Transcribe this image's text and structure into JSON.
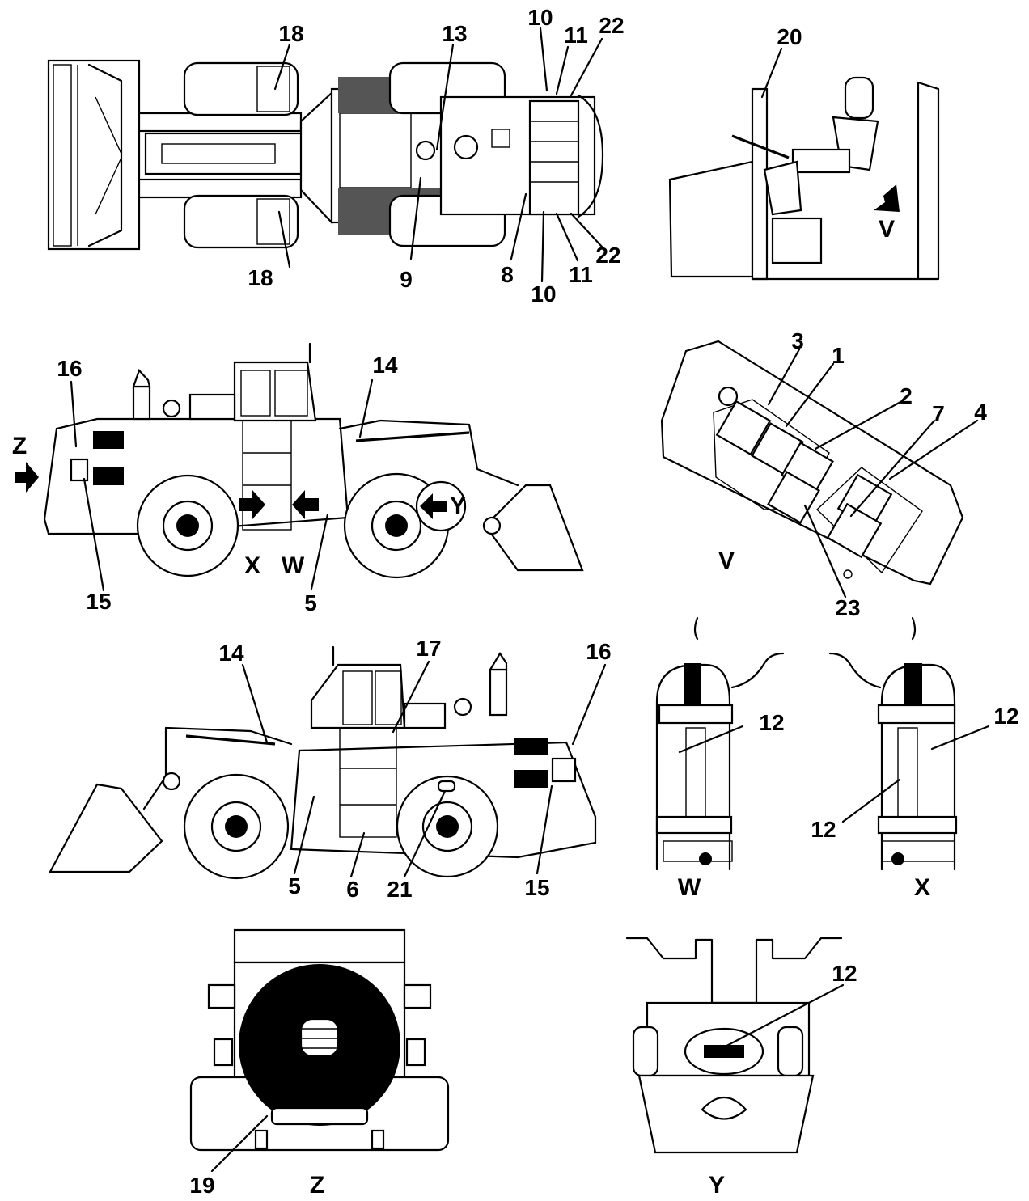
{
  "colors": {
    "ink": "#000000",
    "paper": "#ffffff",
    "hatch": "#555555"
  },
  "views": {
    "top": {
      "callouts": [
        "18",
        "13",
        "10",
        "11",
        "22",
        "18",
        "9",
        "8",
        "10",
        "11",
        "22"
      ]
    },
    "cab": {
      "callouts": [
        "20"
      ],
      "view_marker": "V"
    },
    "left_side": {
      "callouts": [
        "16",
        "14",
        "15",
        "5"
      ],
      "arrows": [
        "Z",
        "Y"
      ],
      "markers": [
        "X",
        "W"
      ]
    },
    "console_v": {
      "callouts": [
        "3",
        "1",
        "2",
        "7",
        "4",
        "23"
      ],
      "title": "V"
    },
    "right_side": {
      "callouts": [
        "14",
        "17",
        "16",
        "5",
        "6",
        "21",
        "15"
      ]
    },
    "ladder_w": {
      "callouts": [
        "12"
      ],
      "title": "W"
    },
    "ladder_x": {
      "callouts": [
        "12",
        "12"
      ],
      "title": "X"
    },
    "rear_z": {
      "callouts": [
        "19"
      ],
      "title": "Z"
    },
    "front_y": {
      "callouts": [
        "12"
      ],
      "title": "Y"
    }
  }
}
